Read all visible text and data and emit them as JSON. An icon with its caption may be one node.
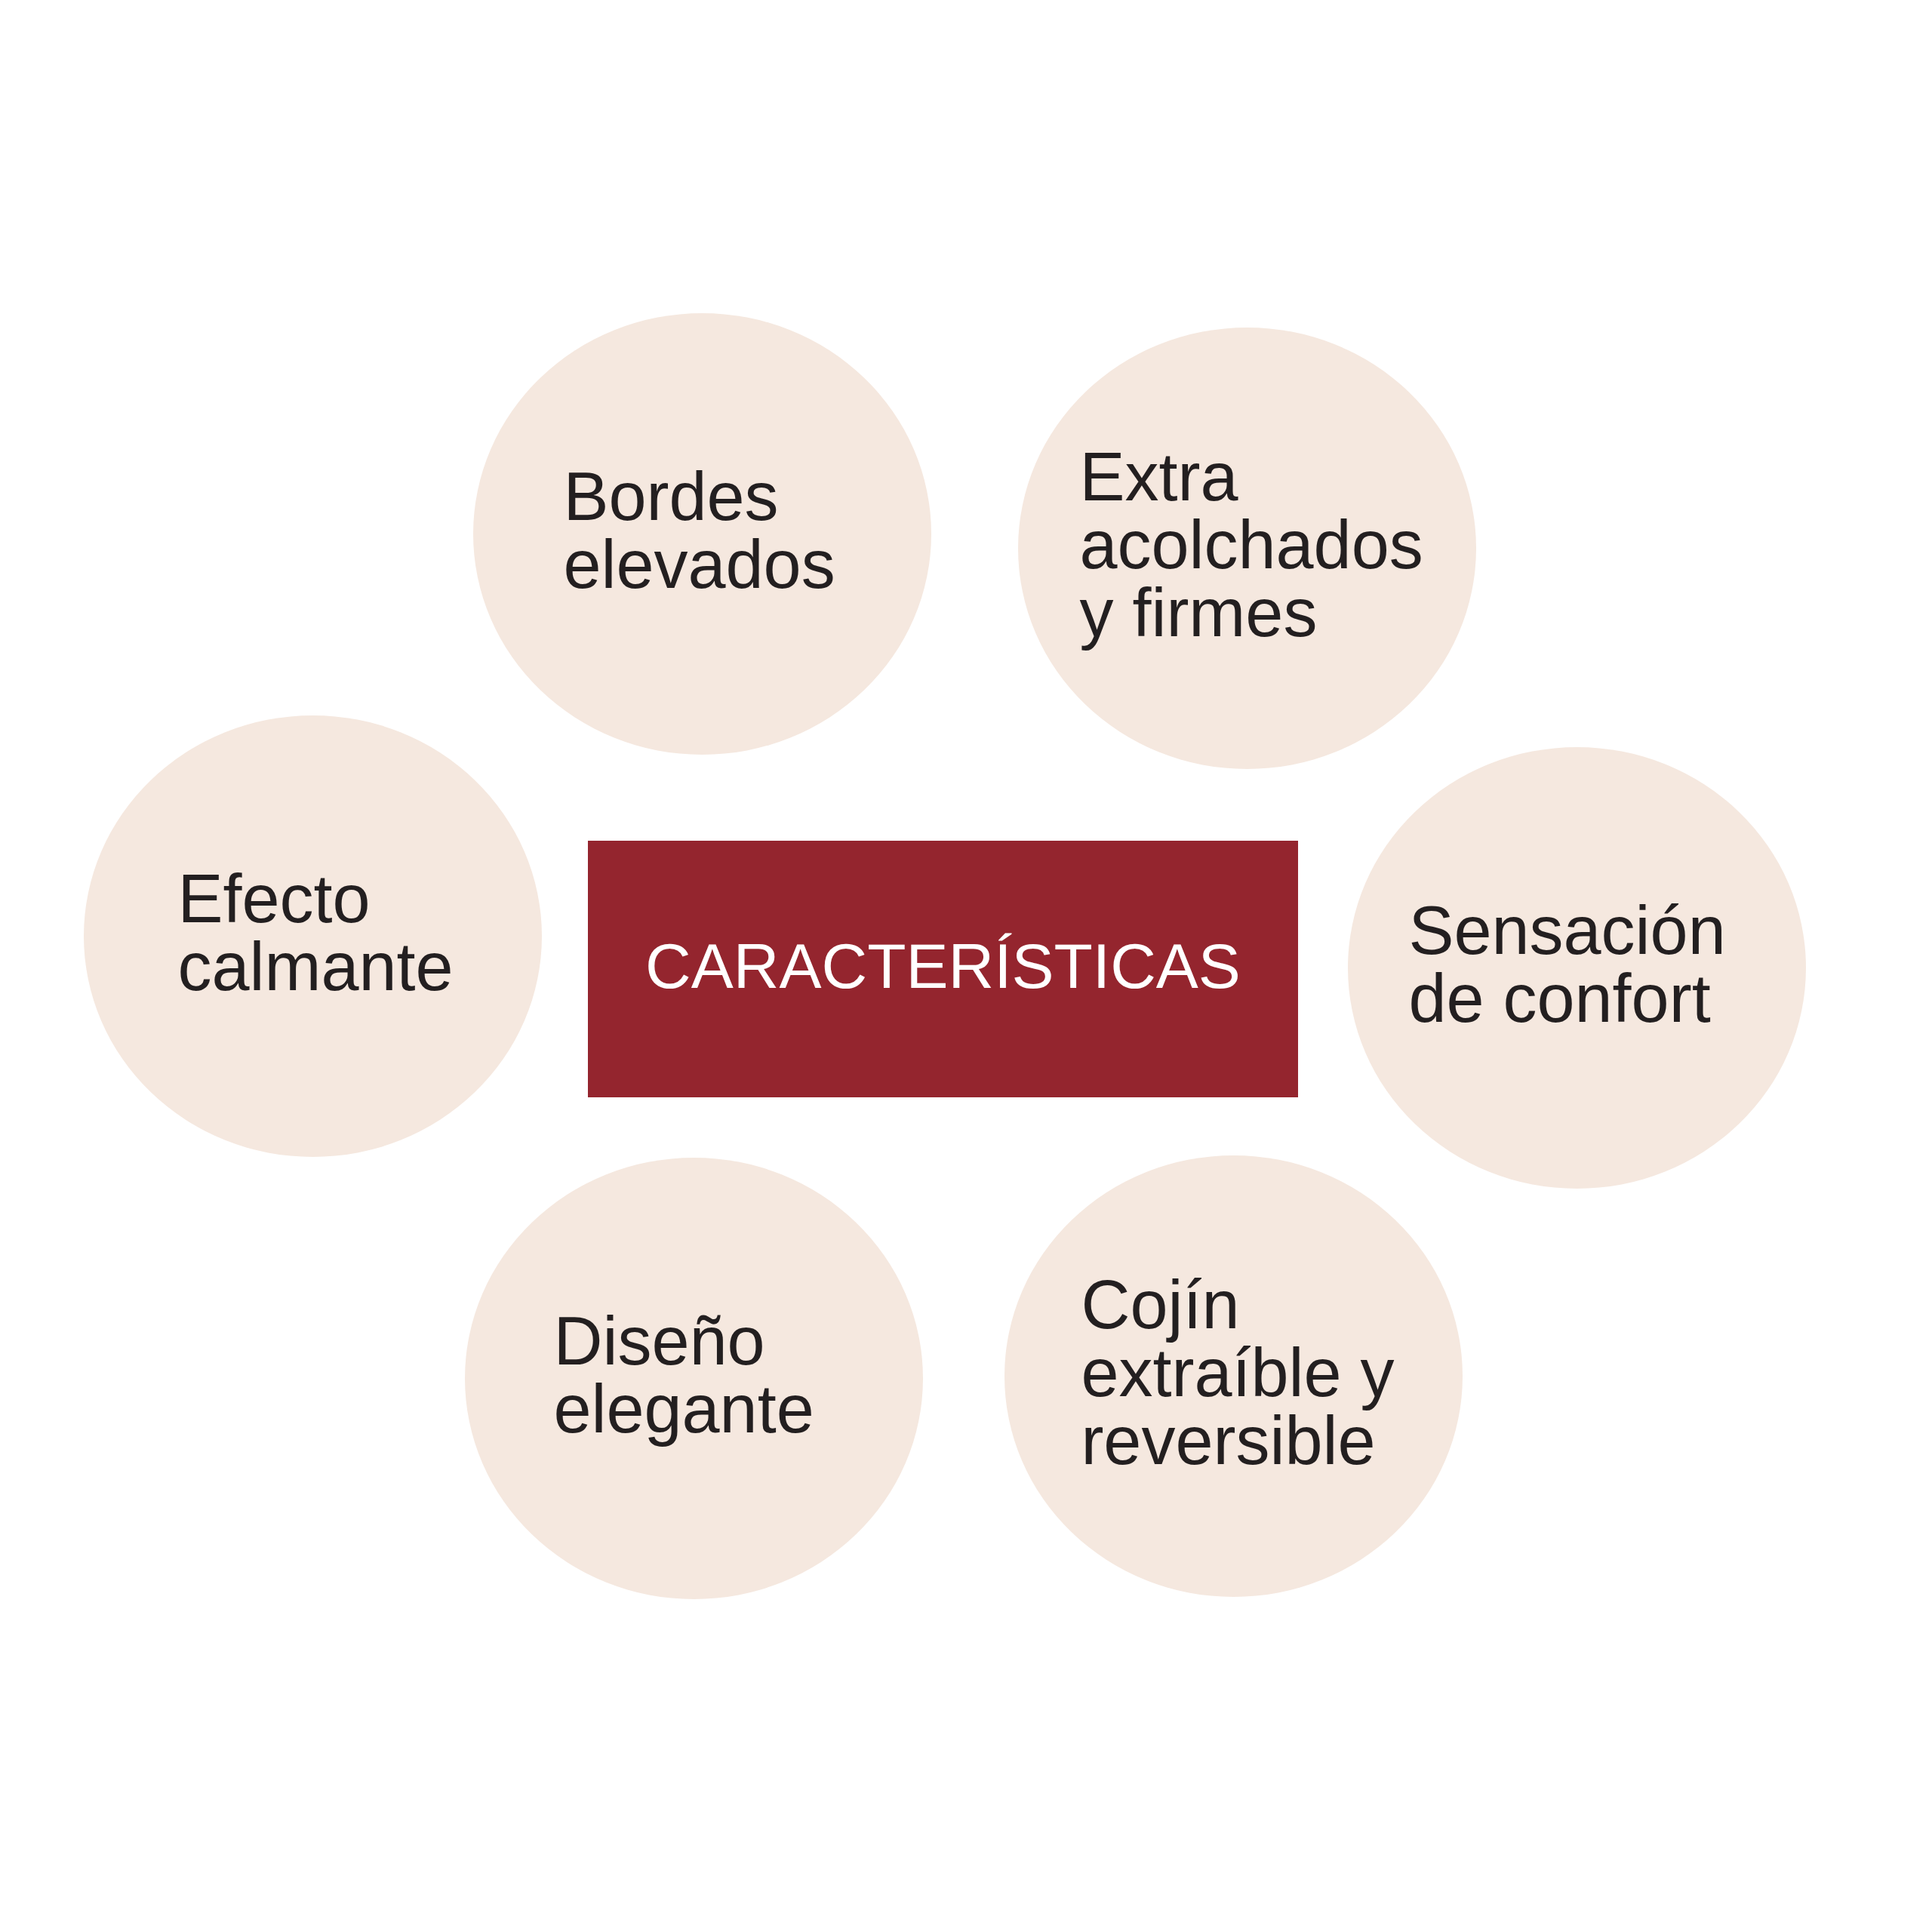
{
  "diagram": {
    "nodes": [
      {
        "text": [
          "Bordes elevados"
        ]
      },
      {
        "text": [
          "Extra acolchados y firmes"
        ]
      },
      {
        "text": [
          "Efecto calmante"
        ]
      },
      {
        "text": [
          "CARACTERÍSTICAS"
        ]
      },
      {
        "text": [
          "Sensación de confort"
        ]
      },
      {
        "text": [
          "Diseño elegante"
        ]
      },
      {
        "text": [
          "Cojín extraíble y reversible"
        ]
      }
    ]
  }
}
